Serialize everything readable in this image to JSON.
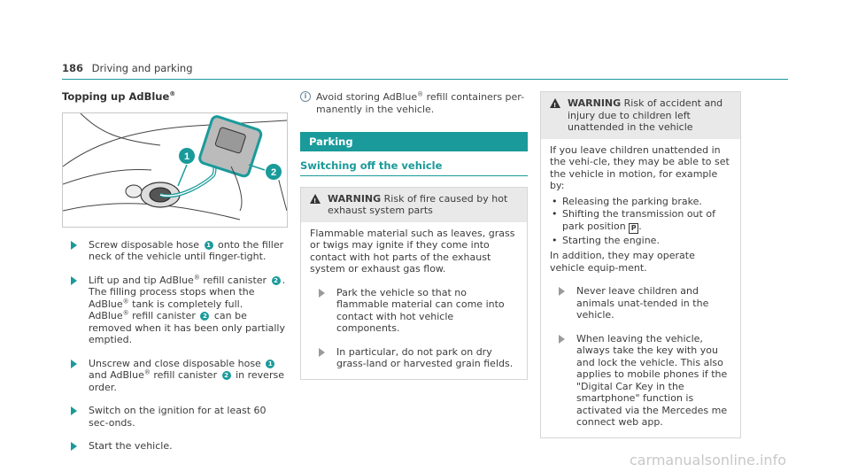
{
  "header": {
    "page_number": "186",
    "section": "Driving and parking"
  },
  "col1": {
    "title": "Topping up AdBlue",
    "title_sup": "®",
    "illustration": {
      "callout_1": "1",
      "callout_2": "2"
    },
    "steps": [
      {
        "parts": [
          "Screw disposable hose ",
          "1",
          " onto the filler neck of the vehicle until finger-tight."
        ]
      },
      {
        "parts": [
          "Lift up and tip AdBlue",
          "®",
          " refill canister ",
          "2",
          ".",
          "The filling process stops when the AdBlue",
          "®",
          " tank is completely full.",
          "AdBlue",
          "®",
          " refill canister ",
          "2",
          " can be removed when it has been only partially emptied."
        ]
      },
      {
        "parts": [
          "Unscrew and close disposable hose ",
          "1",
          " and AdBlue",
          "®",
          " refill canister ",
          "2",
          " in reverse order."
        ]
      },
      {
        "parts": [
          "Switch on the ignition for at least 60 sec-onds."
        ]
      },
      {
        "parts": [
          "Start the vehicle."
        ]
      }
    ]
  },
  "col2": {
    "note": {
      "a": "Avoid storing AdBlue",
      "sup": "®",
      "b": " refill containers per-manently in the vehicle."
    },
    "band": "Parking",
    "subtitle": "Switching off the vehicle",
    "warning": {
      "label": "WARNING",
      "heading": " Risk of fire caused by hot exhaust system parts",
      "body": "Flammable material such as leaves, grass or twigs may ignite if they come into contact with hot parts of the exhaust system or exhaust gas flow.",
      "steps": [
        "Park the vehicle so that no flammable material can come into contact with hot vehicle components.",
        "In particular, do not park on dry grass-land or harvested grain fields."
      ]
    }
  },
  "col3": {
    "warning": {
      "label": "WARNING",
      "heading": " Risk of accident and injury due to children left unattended in the vehicle",
      "intro": "If you leave children unattended in the vehi-cle, they may be able to set the vehicle in motion, for example by:",
      "bullets": [
        "Releasing the parking brake.",
        "Shifting the transmission out of park position ",
        "Starting the engine."
      ],
      "park_symbol": "P",
      "after": "In addition, they may operate vehicle equip-ment.",
      "steps": [
        "Never leave children and animals unat-tended in the vehicle.",
        "When leaving the vehicle, always take the key with you and lock the vehicle. This also applies to mobile phones if the \"Digital Car Key in the smartphone\" function is activated via the Mercedes me connect web app."
      ]
    }
  },
  "footer": {
    "watermark": "carmanualsonline.info"
  },
  "colors": {
    "accent": "#1a9a9a",
    "warn_bg": "#e9e9e9"
  }
}
